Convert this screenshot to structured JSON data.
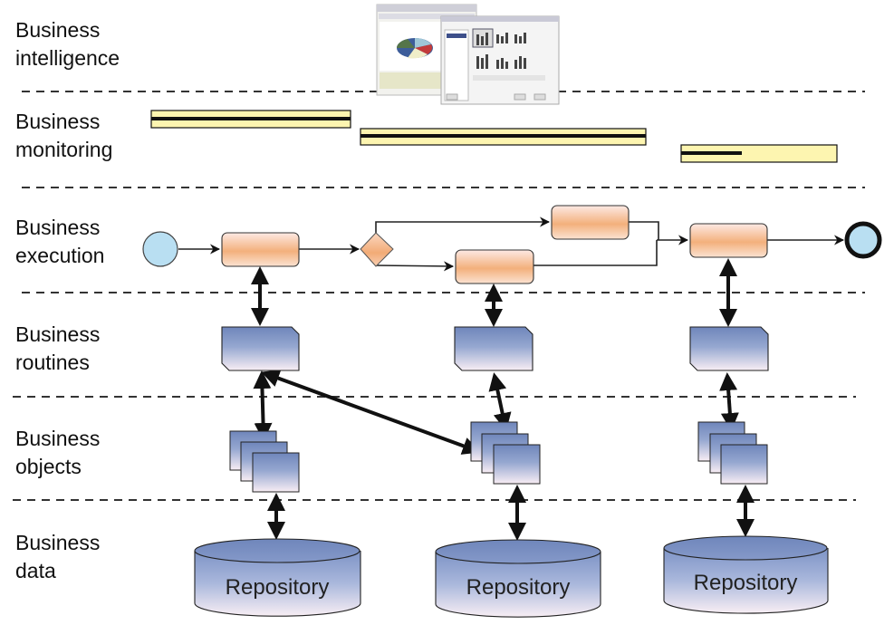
{
  "layers": [
    {
      "id": "intelligence",
      "label_line1": "Business",
      "label_line2": "intelligence"
    },
    {
      "id": "monitoring",
      "label_line1": "Business",
      "label_line2": "monitoring"
    },
    {
      "id": "execution",
      "label_line1": "Business",
      "label_line2": "execution"
    },
    {
      "id": "routines",
      "label_line1": "Business",
      "label_line2": "routines"
    },
    {
      "id": "objects",
      "label_line1": "Business",
      "label_line2": "objects"
    },
    {
      "id": "data",
      "label_line1": "Business",
      "label_line2": "data"
    }
  ],
  "intelligence": {
    "thumbnail": "bi-dashboard-screenshot",
    "chart_kinds": [
      "pie-chart",
      "bar-chart-gallery"
    ]
  },
  "monitoring": {
    "bars": [
      {
        "name": "monitor-bar-1",
        "progress": 1.0
      },
      {
        "name": "monitor-bar-2",
        "progress": 1.0
      },
      {
        "name": "monitor-bar-3",
        "progress": 0.39
      }
    ]
  },
  "execution": {
    "start_event": "start-event",
    "end_event": "end-event",
    "tasks": [
      "task-1",
      "task-2-upper",
      "task-2-lower",
      "task-3"
    ],
    "gateway": "decision-gateway"
  },
  "repositories": [
    {
      "label": "Repository"
    },
    {
      "label": "Repository"
    },
    {
      "label": "Repository"
    }
  ],
  "colors": {
    "task_top": "#fde9e4",
    "task_mid": "#f3b07c",
    "task_bottom": "#fbe3d2",
    "event_fill": "#b9dff2",
    "blue_top": "#7088bc",
    "blue_bottom": "#f8eef4",
    "monitor_fill": "#fdf5b0",
    "line": "#111111",
    "dash": "#333333"
  }
}
